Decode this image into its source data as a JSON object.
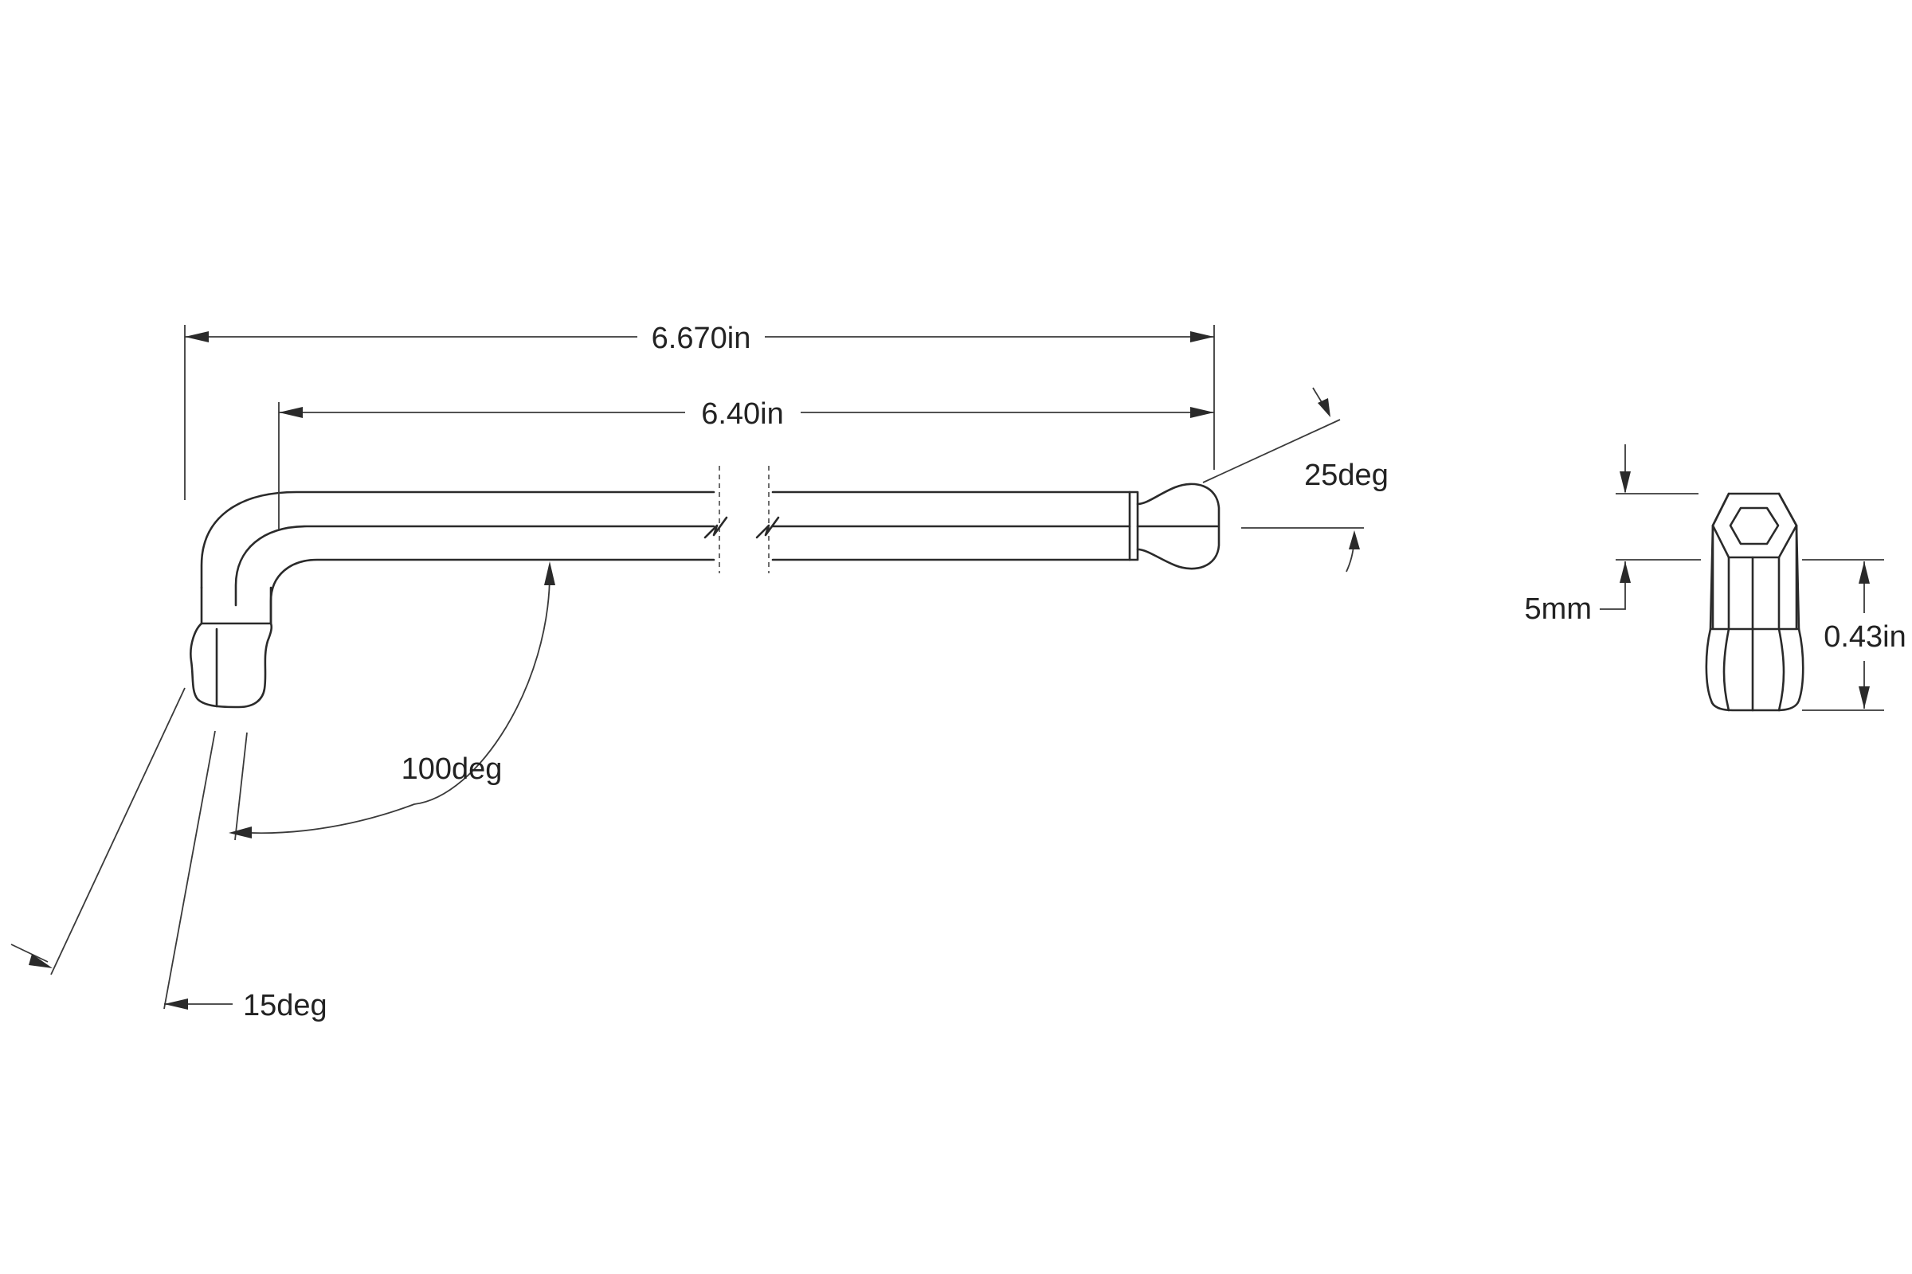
{
  "drawing": {
    "dimensions": {
      "overall_length": "6.670in",
      "shaft_length": "6.40in",
      "ball_angle": "25deg",
      "bend_angle": "100deg",
      "short_arm_ball_angle": "15deg",
      "hex_size": "5mm",
      "ball_head_length": "0.43in"
    }
  }
}
